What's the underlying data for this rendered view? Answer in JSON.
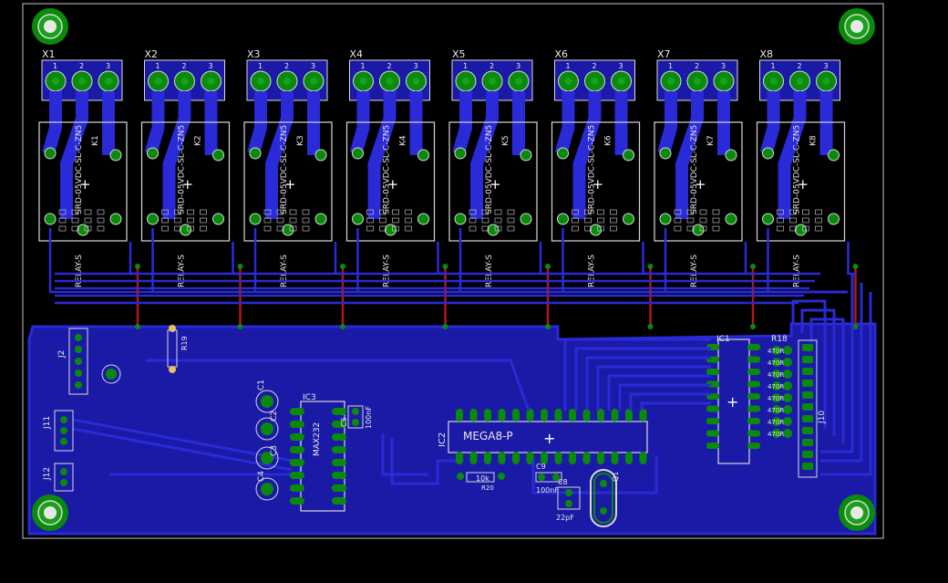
{
  "board": {
    "colors": {
      "background": "#000000",
      "outline": "#c8c8c8",
      "copper_bottom": "#1a1aa6",
      "trace": "#2a2ad8",
      "pad": "#0a8a0a",
      "via_wire": "#b01818",
      "silk": "#d8d8d8"
    }
  },
  "connectors": [
    {
      "name": "X1",
      "pins": [
        "1",
        "2",
        "3"
      ]
    },
    {
      "name": "X2",
      "pins": [
        "1",
        "2",
        "3"
      ]
    },
    {
      "name": "X3",
      "pins": [
        "1",
        "2",
        "3"
      ]
    },
    {
      "name": "X4",
      "pins": [
        "1",
        "2",
        "3"
      ]
    },
    {
      "name": "X5",
      "pins": [
        "1",
        "2",
        "3"
      ]
    },
    {
      "name": "X6",
      "pins": [
        "1",
        "2",
        "3"
      ]
    },
    {
      "name": "X7",
      "pins": [
        "1",
        "2",
        "3"
      ]
    },
    {
      "name": "X8",
      "pins": [
        "1",
        "2",
        "3"
      ]
    }
  ],
  "relays": [
    {
      "ref": "K1",
      "part": "SRD-05VDC-SL-C-ZN5",
      "package": "RELAY-S"
    },
    {
      "ref": "K2",
      "part": "SRD-05VDC-SL-C-ZN5",
      "package": "RELAY-S"
    },
    {
      "ref": "K3",
      "part": "SRD-05VDC-SL-C-ZN5",
      "package": "RELAY-S"
    },
    {
      "ref": "K4",
      "part": "SRD-05VDC-SL-C-ZN5",
      "package": "RELAY-S"
    },
    {
      "ref": "K5",
      "part": "SRD-05VDC-SL-C-ZN5",
      "package": "RELAY-S"
    },
    {
      "ref": "K6",
      "part": "SRD-05VDC-SL-C-ZN5",
      "package": "RELAY-S"
    },
    {
      "ref": "K7",
      "part": "SRD-05VDC-SL-C-ZN5",
      "package": "RELAY-S"
    },
    {
      "ref": "K8",
      "part": "SRD-05VDC-SL-C-ZN5",
      "package": "RELAY-S"
    }
  ],
  "labels": {
    "mcu_ref": "IC2",
    "mcu_value": "MEGA8-P",
    "driver_ref": "IC1",
    "max_ref": "IC3",
    "max_value": "MAX232",
    "header_j10": "J10",
    "resistor_bank": "R18",
    "bank_values": [
      "470R",
      "470R",
      "470R",
      "470R",
      "470R",
      "470R",
      "470R",
      "470R"
    ],
    "j2": "J2",
    "j11": "J11",
    "j12": "J12",
    "r19": "R19",
    "c1": "C1",
    "c2": "C2",
    "c3": "C3",
    "c4": "C4",
    "c5": "C5",
    "c5_value": "100nF",
    "c9": "C9",
    "c9_value": "100nF",
    "c8": "C8",
    "c8_value": "22pF",
    "q1": "Q1",
    "r20": "R20",
    "r20_value": "10k"
  }
}
